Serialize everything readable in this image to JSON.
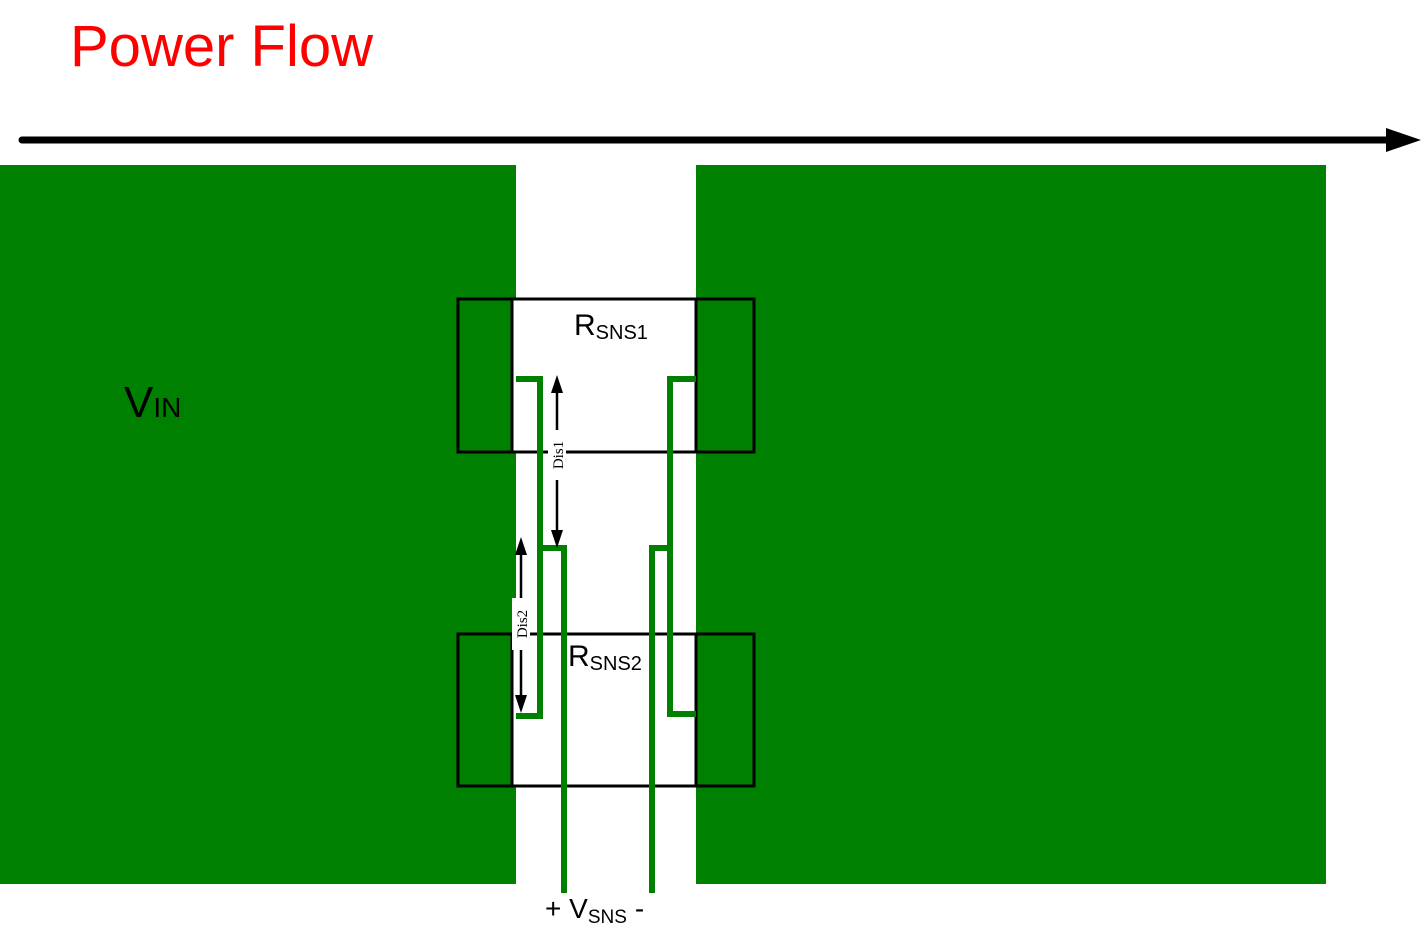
{
  "title": "Power Flow",
  "labels": {
    "vin_main": "V",
    "vin_sub": "IN",
    "rsns1_main": "R",
    "rsns1_sub": "SNS1",
    "rsns2_main": "R",
    "rsns2_sub": "SNS2",
    "vsns_plus": "+ V",
    "vsns_sub": "SNS",
    "vsns_minus": "-",
    "dis1": "Dis1",
    "dis2": "Dis2"
  },
  "colors": {
    "copper": "#008000",
    "title": "#ff0000",
    "outline": "#000000"
  }
}
